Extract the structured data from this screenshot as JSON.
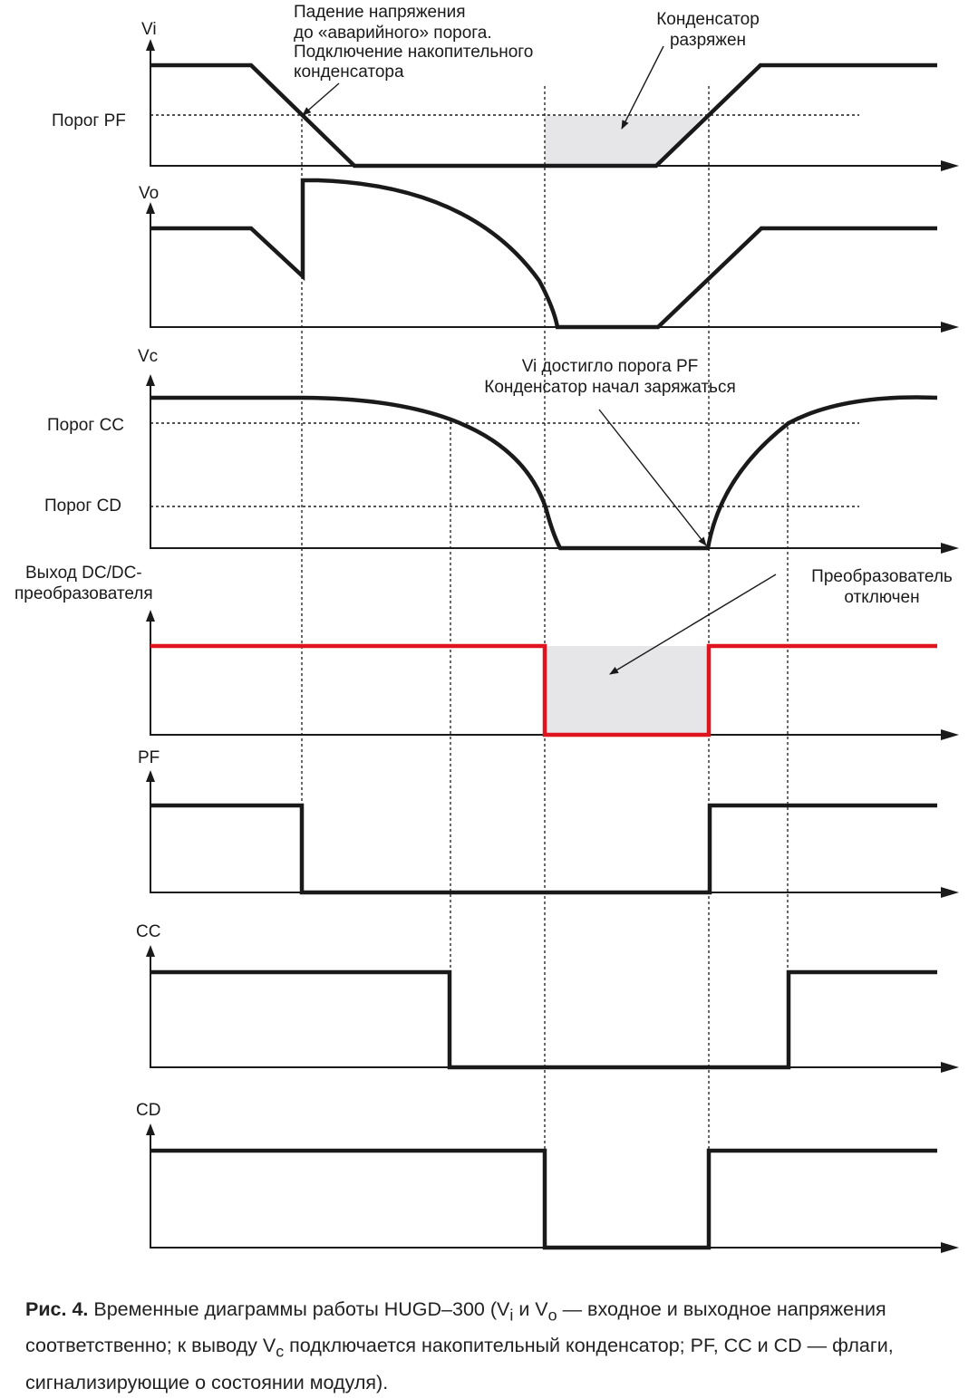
{
  "rows": {
    "vi": {
      "label": "Vi",
      "threshold": "Порог PF"
    },
    "vo": {
      "label": "Vo"
    },
    "vc": {
      "label": "Vc",
      "threshold_cc": "Порог CC",
      "threshold_cd": "Порог CD"
    },
    "dcdc": {
      "label_line1": "Выход DC/DC-",
      "label_line2": "преобразователя"
    },
    "pf": {
      "label": "PF"
    },
    "cc": {
      "label": "CC"
    },
    "cd": {
      "label": "CD"
    }
  },
  "annotations": {
    "voltage_drop": [
      "Падение напряжения",
      "до «аварийного» порога.",
      "Подключение накопительного",
      "конденсатора"
    ],
    "cap_discharged": [
      "Конденсатор",
      "разряжен"
    ],
    "vi_reached": [
      "Vi достигло порога PF",
      "Конденсатор начал заряжаться"
    ],
    "converter_off": [
      "Преобразователь",
      "отключен"
    ]
  },
  "colors": {
    "signal": "#1a1a1a",
    "dcdc_output": "#e0141e",
    "shade": "#e6e6e8"
  },
  "caption": {
    "label": "Рис. 4.",
    "part1": " Временные диаграммы работы HUGD–300 (V",
    "sub_i": "i",
    "part2": " и V",
    "sub_o": "o",
    "part3": " — входное и выходное напряжения соответственно; к выводу V",
    "sub_c": "c",
    "part4": " подключается накопительный конденсатор; PF, CC и CD — флаги, сигнализирующие о состоянии модуля)."
  }
}
